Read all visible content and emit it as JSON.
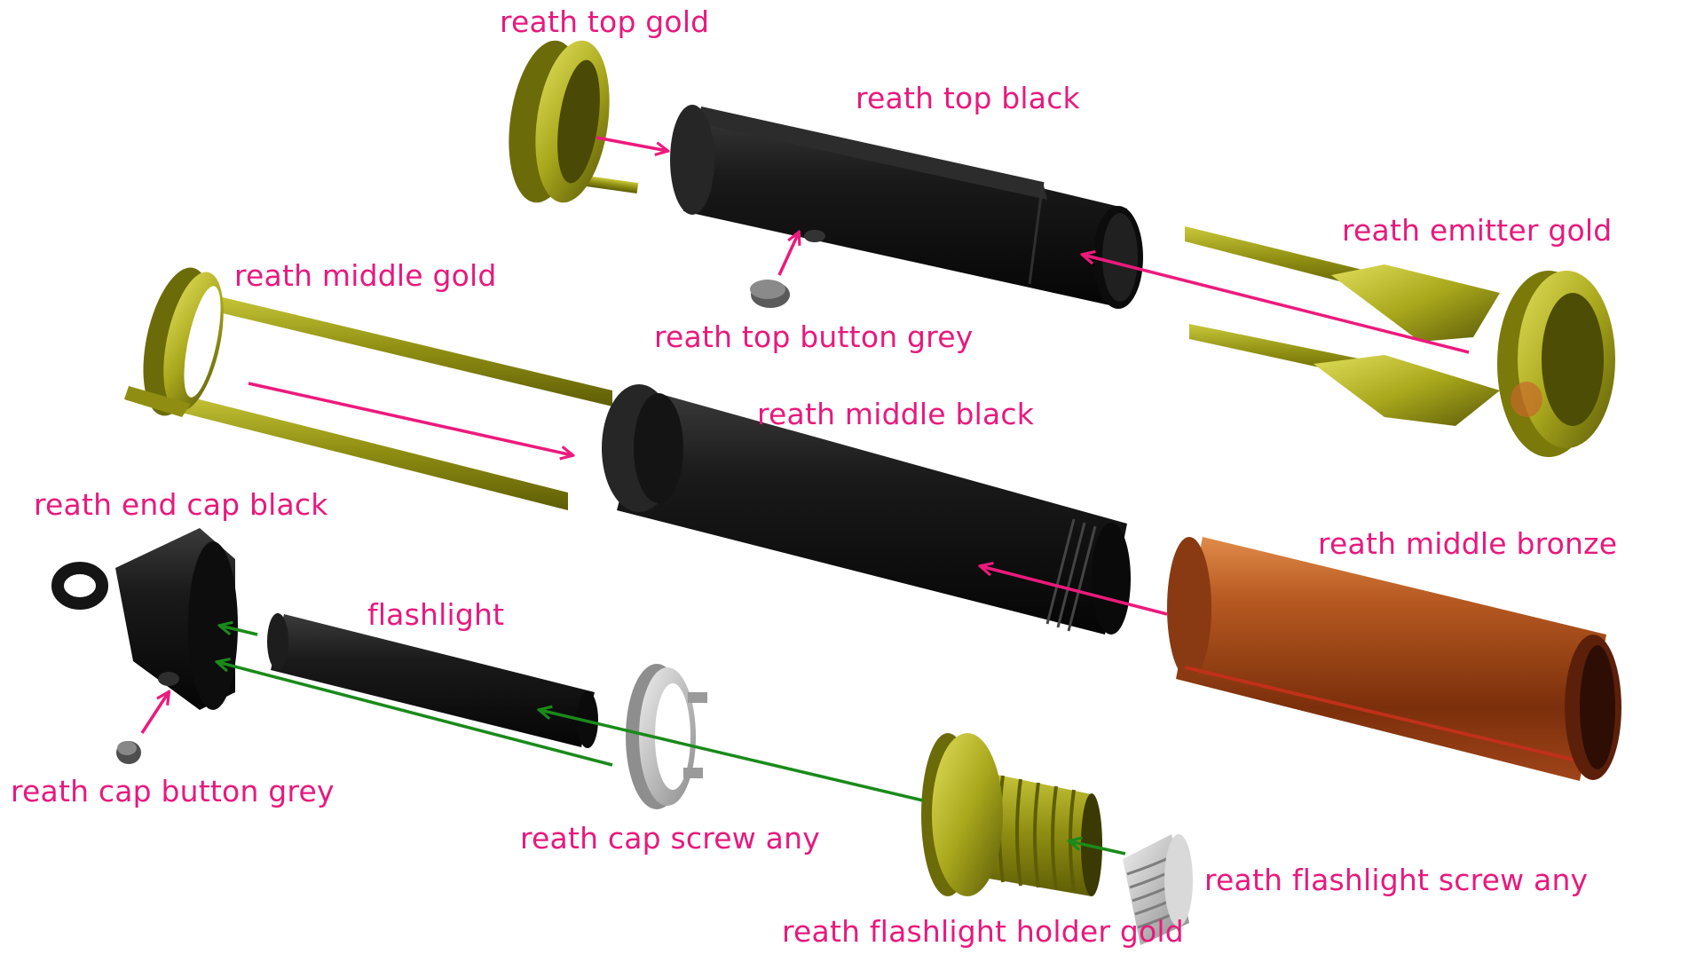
{
  "colors": {
    "label": "#e8197d",
    "arrow_pink": "#ec1a7c",
    "arrow_green": "#1a8a1a",
    "black_part": "#141414",
    "gold_part": "#a9a81c",
    "bronze_part": "#9a4a1c",
    "grey_part": "#bdbdbd"
  },
  "labels": {
    "top_gold": "reath top gold",
    "top_black": "reath top black",
    "emitter_gold": "reath emitter gold",
    "middle_gold": "reath middle gold",
    "top_button_grey": "reath top button grey",
    "middle_black": "reath middle black",
    "end_cap_black": "reath end cap black",
    "middle_bronze": "reath middle bronze",
    "flashlight": "flashlight",
    "cap_button_grey": "reath cap button grey",
    "cap_screw_any": "reath cap screw any",
    "flashlight_screw_any": "reath flashlight screw any",
    "flashlight_holder_gold": "reath flashlight holder gold"
  }
}
